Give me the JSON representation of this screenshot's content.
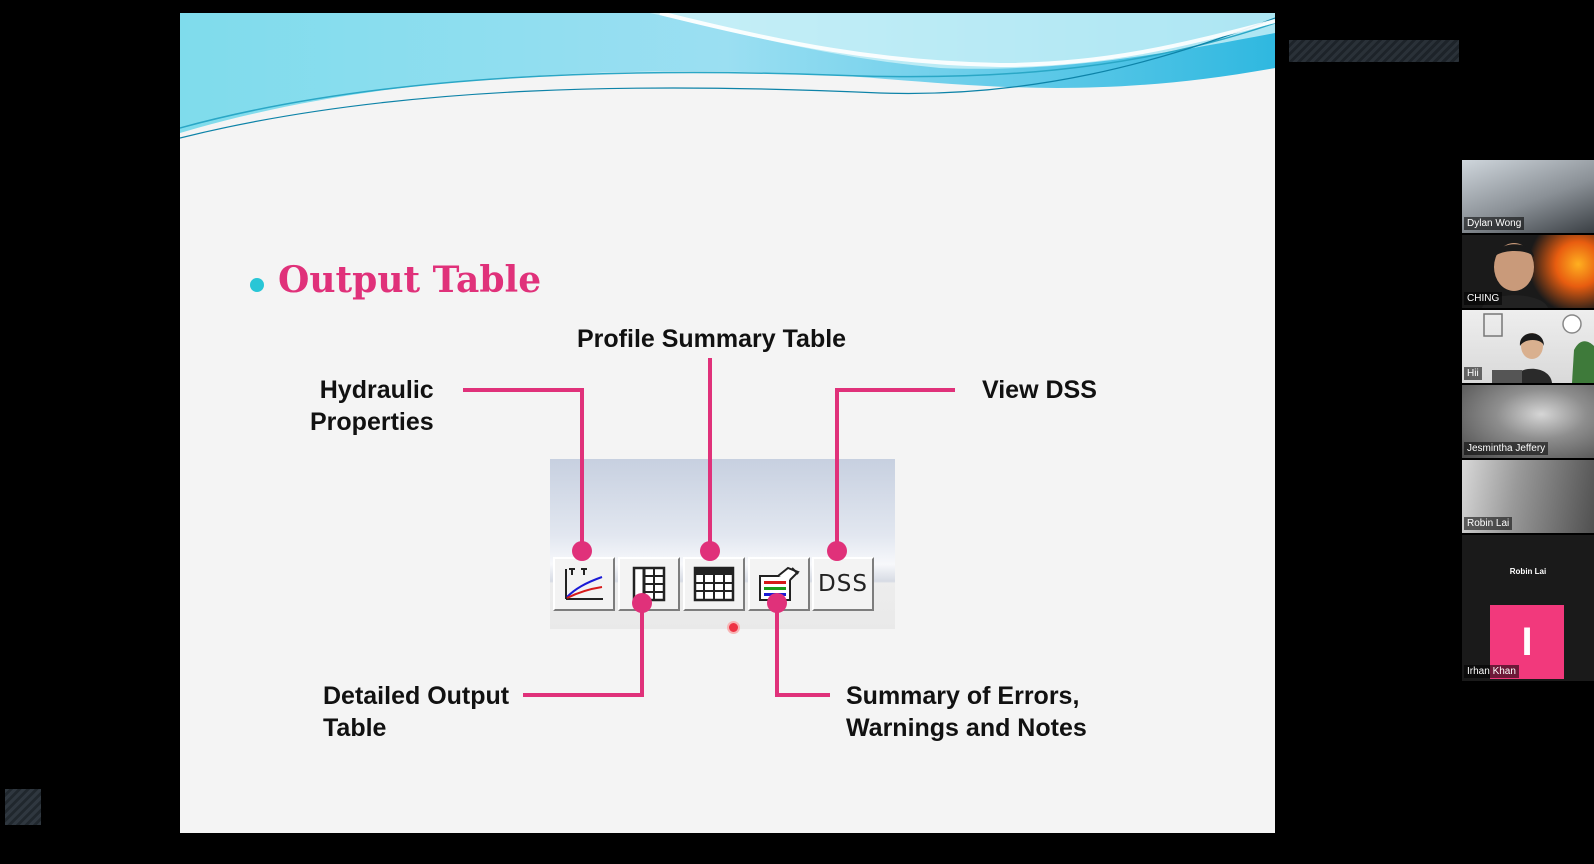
{
  "slide": {
    "title": "Output Table",
    "accent_color": "#e0317a",
    "bullet_color": "#29c6d6",
    "leader_color": "#e0317a",
    "callouts": {
      "hydraulic": [
        "Hydraulic",
        "Properties"
      ],
      "profile_summary": "Profile Summary Table",
      "view_dss": "View DSS",
      "detailed_output": [
        "Detailed Output",
        "Table"
      ],
      "errors": [
        "Summary of Errors,",
        "Warnings and Notes"
      ]
    },
    "toolbar": {
      "buttons": [
        {
          "icon": "hydraulic-properties-plot-icon"
        },
        {
          "icon": "detailed-output-table-icon"
        },
        {
          "icon": "profile-summary-table-icon"
        },
        {
          "icon": "errors-warnings-notes-icon"
        },
        {
          "icon": "view-dss-icon",
          "text": "DSS"
        }
      ]
    }
  },
  "meeting": {
    "avatar_color": "#f2397c",
    "participants": [
      {
        "name": "Dylan Wong"
      },
      {
        "name": "CHING"
      },
      {
        "name": "Hii"
      },
      {
        "name": "Jesmintha Jeffery"
      },
      {
        "name": "Robin Lai"
      },
      {
        "name": "Robin Lai",
        "style": "centered-name"
      },
      {
        "name": "Irhan Khan",
        "avatar_initial": "I"
      }
    ]
  }
}
